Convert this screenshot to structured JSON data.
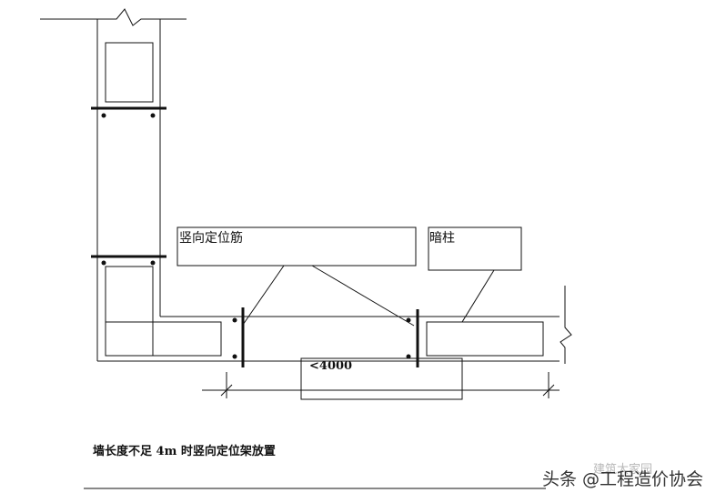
{
  "labels": {
    "vertical_bar": "竖向定位筋",
    "hidden_column": "暗柱",
    "dimension": "<4000",
    "caption": "墙长度不足 4m 时竖向定位架放置"
  },
  "watermark": {
    "prefix": "头条 @",
    "name": "工程造价协会",
    "faint": "建筑大家园"
  },
  "colors": {
    "line": "#111111",
    "background": "#ffffff"
  }
}
